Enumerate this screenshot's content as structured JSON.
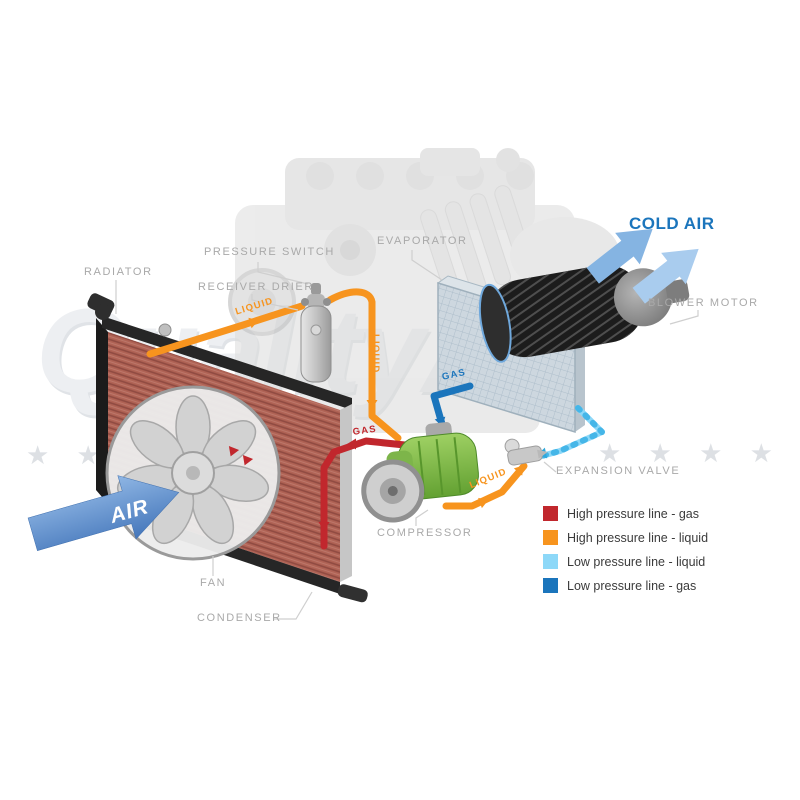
{
  "watermark": {
    "text": "QualityAir",
    "stars_left": "★ ★ ★",
    "stars_right": "★ ★ ★ ★ ★"
  },
  "airflow": {
    "air": "AIR",
    "cold_air": "COLD AIR"
  },
  "parts": {
    "radiator": "RADIATOR",
    "pressure_switch": "PRESSURE SWITCH",
    "receiver_drier": "RECEIVER DRIER",
    "evaporator": "EVAPORATOR",
    "blower_motor": "BLOWER MOTOR",
    "expansion_valve": "EXPANSION VALVE",
    "compressor": "COMPRESSOR",
    "fan": "FAN",
    "condenser": "CONDENSER"
  },
  "pipe_labels": {
    "high_liquid_1": "LIQUID",
    "high_liquid_2": "LIQUID",
    "high_liquid_3": "LIQUID",
    "high_gas": "GAS",
    "low_gas": "GAS"
  },
  "legend": {
    "items": [
      {
        "label": "High pressure line - gas",
        "color": "#c1272d"
      },
      {
        "label": "High pressure line - liquid",
        "color": "#f7941e"
      },
      {
        "label": "Low pressure line - liquid",
        "color": "#8dd8f8"
      },
      {
        "label": "Low pressure line -  gas",
        "color": "#1b75bc"
      }
    ]
  },
  "colors": {
    "high_pressure_gas": "#c1272d",
    "high_pressure_liquid": "#f7941e",
    "low_pressure_liquid": "#8dd8f8",
    "low_pressure_gas": "#1b75bc",
    "cold_air_text": "#1b75bc",
    "air_arrow": "#4577bb"
  }
}
